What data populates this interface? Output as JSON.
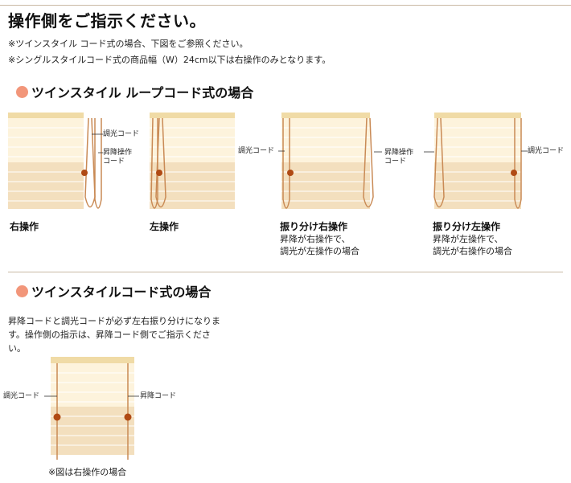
{
  "page": {
    "title": "操作側をご指示ください。",
    "notes": [
      "※ツインスタイル コード式の場合、下図をご参照ください。",
      "※シングルスタイルコード式の商品幅（W）24cm以下は右操作のみとなります。"
    ]
  },
  "section_loop": {
    "heading": "ツインスタイル ループコード式の場合",
    "labels": {
      "dimming_cord": "調光コード",
      "lift_cord_line1": "昇降操作",
      "lift_cord_line2": "コード"
    },
    "cases": [
      {
        "label": "右操作"
      },
      {
        "label": "左操作"
      },
      {
        "label": "振り分け右操作",
        "desc_line1": "昇降が右操作で、",
        "desc_line2": "調光が左操作の場合"
      },
      {
        "label": "振り分け左操作",
        "desc_line1": "昇降が左操作で、",
        "desc_line2": "調光が右操作の場合"
      }
    ]
  },
  "section_cord": {
    "heading": "ツインスタイルコード式の場合",
    "body": "昇降コードと調光コードが必ず左右振り分けになります。操作側の指示は、昇降コード側でご指示ください。",
    "label_dimming": "調光コード",
    "label_lift": "昇降コード",
    "caption": "※図は右操作の場合"
  },
  "colors": {
    "rail": "#f0dba6",
    "upper_slat": "#fdf3dc",
    "lower_slat": "#f3dfbe",
    "slat_line": "#ffffff",
    "cord": "#c98a55",
    "knob": "#b04a14",
    "bullet": "#f2967a"
  }
}
